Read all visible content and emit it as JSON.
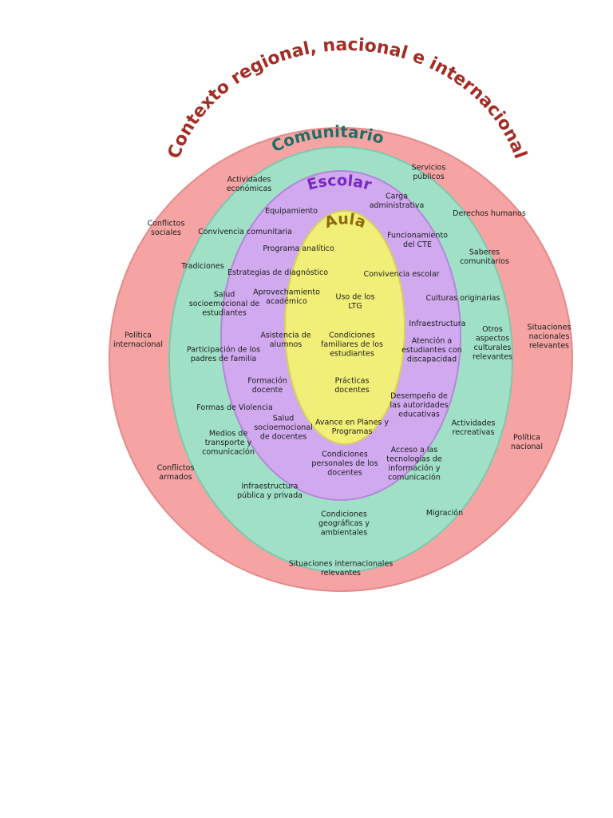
{
  "rings": {
    "outer": {
      "title": "Contexto regional, nacional e internacional",
      "fill": "#f5a3a3",
      "title_color": "#a32c24"
    },
    "comunitario": {
      "title": "Comunitario",
      "fill": "#9fe0c6",
      "title_color": "#1f6e63"
    },
    "escolar": {
      "title": "Escolar",
      "fill": "#d0a9ef",
      "title_color": "#7a28c8"
    },
    "aula": {
      "title": "Aula",
      "fill": "#f2ef78",
      "title_color": "#8b6a10"
    }
  },
  "labels": {
    "outer": [
      [
        "Conflictos",
        "sociales"
      ],
      [
        "Política",
        "internacional"
      ],
      [
        "Conflictos",
        "armados"
      ],
      [
        "Situaciones internacionales",
        "relevantes"
      ],
      [
        "Situaciones",
        "nacionales",
        "relevantes"
      ],
      [
        "Política",
        "nacional"
      ]
    ],
    "comunitario": [
      [
        "Actividades",
        "económicas"
      ],
      [
        "Servicios",
        "públicos"
      ],
      [
        "Derechos humanos"
      ],
      [
        "Saberes",
        "comunitarios"
      ],
      [
        "Otros",
        "aspectos",
        "culturales",
        "relevantes"
      ],
      [
        "Actividades",
        "recreativas"
      ],
      [
        "Migración"
      ],
      [
        "Condiciones",
        "geográficas y",
        "ambientales"
      ],
      [
        "Infraestructura",
        "pública y privada"
      ],
      [
        "Medios de",
        "transporte y",
        "comunicación"
      ],
      [
        "Formas de Violencia"
      ],
      [
        "Participación de los",
        "padres de familia"
      ],
      [
        "Salud",
        "socioemocional de",
        "estudiantes"
      ],
      [
        "Tradiciones"
      ],
      [
        "Convivencia comunitaria"
      ]
    ],
    "escolar": [
      [
        "Equipamiento"
      ],
      [
        "Carga",
        "administrativa"
      ],
      [
        "Funcionamiento",
        "del CTE"
      ],
      [
        "Programa analítico"
      ],
      [
        "Estrategias de diagnóstico"
      ],
      [
        "Convivencia escolar"
      ],
      [
        "Culturas originarias"
      ],
      [
        "Aprovechamiento",
        "académico"
      ],
      [
        "Infraestructura"
      ],
      [
        "Asistencia de",
        "alumnos"
      ],
      [
        "Atención a",
        "estudiantes con",
        "discapacidad"
      ],
      [
        "Formación",
        "docente"
      ],
      [
        "Desempeño de",
        "las autoridades",
        "educativas"
      ],
      [
        "Salud",
        "socioemocional",
        "de docentes"
      ],
      [
        "Avance en Planes y",
        "Programas"
      ],
      [
        "Condiciones",
        "personales de los",
        "docentes"
      ],
      [
        "Acceso a las",
        "tecnologías de",
        "información y",
        "comunicación"
      ]
    ],
    "aula": [
      [
        "Uso de los",
        "LTG"
      ],
      [
        "Condiciones",
        "familiares de los",
        "estudiantes"
      ],
      [
        "Prácticas",
        "docentes"
      ]
    ]
  }
}
